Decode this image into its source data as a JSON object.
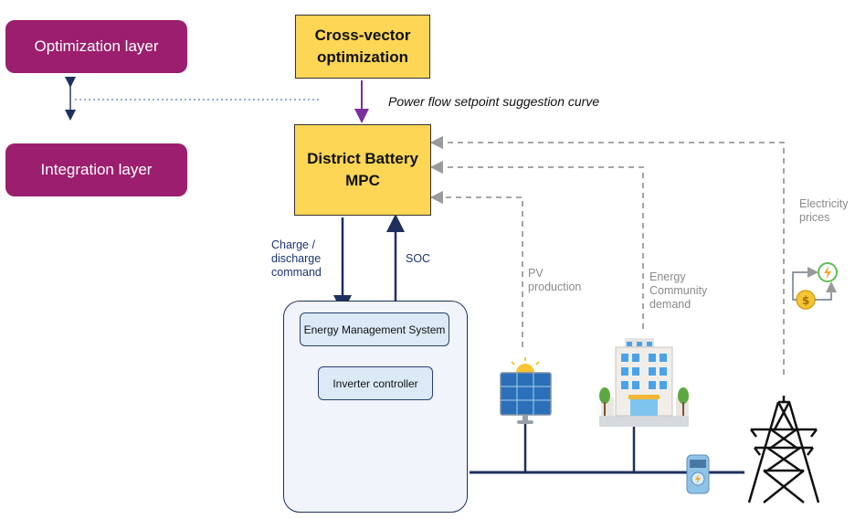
{
  "layers": {
    "optimization_label": "Optimization layer",
    "integration_label": "Integration layer"
  },
  "boxes": {
    "cross_vector_line1": "Cross-vector",
    "cross_vector_line2": "optimization",
    "district_line1": "District Battery",
    "district_line2": "MPC",
    "ems_label": "Energy Management System",
    "inverter_label": "Inverter controller"
  },
  "arrows": {
    "setpoint_label": "Power flow setpoint suggestion curve",
    "charge_line1": "Charge /",
    "charge_line2": "discharge",
    "charge_line3": "command",
    "soc_label": "SOC"
  },
  "sources": {
    "pv_line1": "PV",
    "pv_line2": "production",
    "community_line1": "Energy",
    "community_line2": "Community",
    "community_line3": "demand",
    "prices_line1": "Electricity",
    "prices_line2": "prices"
  },
  "colors": {
    "layer": "#9b1f6e",
    "yellow": "#fdd655",
    "navy": "#1e2f5e",
    "purple_arrow": "#7b2f9e",
    "dashed_grey": "#9a9a9a"
  }
}
